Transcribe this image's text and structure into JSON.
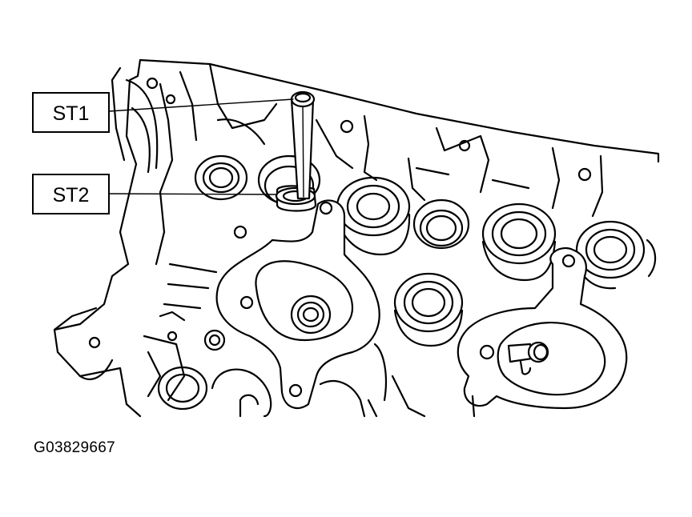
{
  "callouts": [
    {
      "id": "st1",
      "label": "ST1"
    },
    {
      "id": "st2",
      "label": "ST2"
    }
  ],
  "figure_id": "G03829667"
}
